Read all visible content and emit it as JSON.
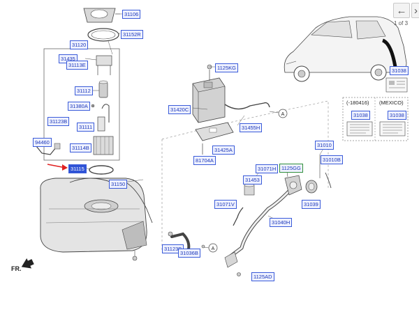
{
  "navigation": {
    "prev_icon": "arrow-left-icon",
    "next_icon": "arrow-right-icon",
    "page_indicator": "1 of 3"
  },
  "orientation_label": "FR.",
  "region_notes": {
    "left": "(-180416)",
    "right": "(MEXICO)"
  },
  "labels": {
    "l31106": "31106",
    "l31152R": "31152R",
    "l31120": "31120",
    "l31435": "31435",
    "l31113E": "31113E",
    "l31112": "31112",
    "l31380A": "31380A",
    "l31123B": "31123B",
    "l31111": "31111",
    "l94460": "94460",
    "l31114B": "31114B",
    "l31115": "31115",
    "l31150": "31150",
    "l1125KG": "1125KG",
    "l31420C": "31420C",
    "l31455H": "31455H",
    "l31425A": "31425A",
    "l81704A": "81704A",
    "l31071H": "31071H",
    "l1125GG": "1125GG",
    "l31453": "31453",
    "l31071V": "31071V",
    "l31040H": "31040H",
    "l31123B2": "31123B",
    "l31036B": "31036B",
    "l1125AD": "1125AD",
    "l31010": "31010",
    "l31010B": "31010B",
    "l31039": "31039",
    "l31038a": "31038",
    "l31038b": "31038",
    "l31038c": "31038"
  },
  "callout": "A",
  "colors": {
    "label_border": "#3a5bd9",
    "label_text": "#1c37b8",
    "selected_fill": "#2f53d6",
    "pointer": "#e02020",
    "line": "#444444"
  }
}
